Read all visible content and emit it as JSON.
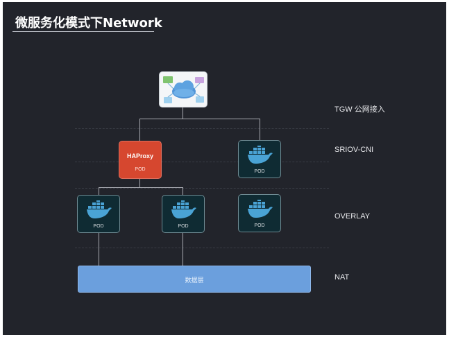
{
  "title": "微服务化模式下Network",
  "layers": [
    "TGW 公网接入",
    "SRIOV-CNI",
    "OVERLAY",
    "NAT"
  ],
  "haproxy": {
    "name": "HAProxy",
    "pod": "POD"
  },
  "pods": [
    "POD",
    "POD",
    "POD",
    "POD"
  ],
  "data_layer": "数据层",
  "icons": {
    "entry": "cloud-network-icon",
    "container": "docker-whale-icon"
  },
  "colors": {
    "background": "#22242b",
    "haproxy": "#d6472f",
    "pod": "#0f2b33",
    "data_layer": "#6b9fdd",
    "connector": "#a9acb3"
  }
}
